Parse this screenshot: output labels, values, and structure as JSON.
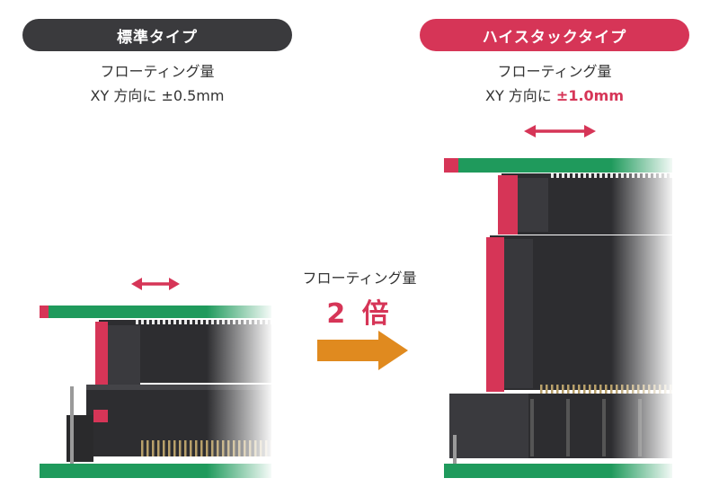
{
  "left": {
    "badge": "標準タイプ",
    "caption_line1": "フローティング量",
    "caption_line2": "XY 方向に ±0.5mm"
  },
  "right": {
    "badge": "ハイスタックタイプ",
    "caption_line1": "フローティング量",
    "caption_line2_prefix": "XY 方向に ",
    "caption_line2_value": "±1.0mm"
  },
  "center": {
    "label": "フローティング量",
    "multiplier": "2 倍"
  },
  "colors": {
    "dark": "#3a3a3d",
    "accent": "#d63557",
    "board_green": "#1f9a5c",
    "arrow_orange": "#e08a1f",
    "connector_dark": "#2d2d30",
    "pins": "#b8a06a"
  },
  "icons": {
    "float_arrow": "double-headed-arrow-icon",
    "comparison_arrow": "right-arrow-icon"
  }
}
